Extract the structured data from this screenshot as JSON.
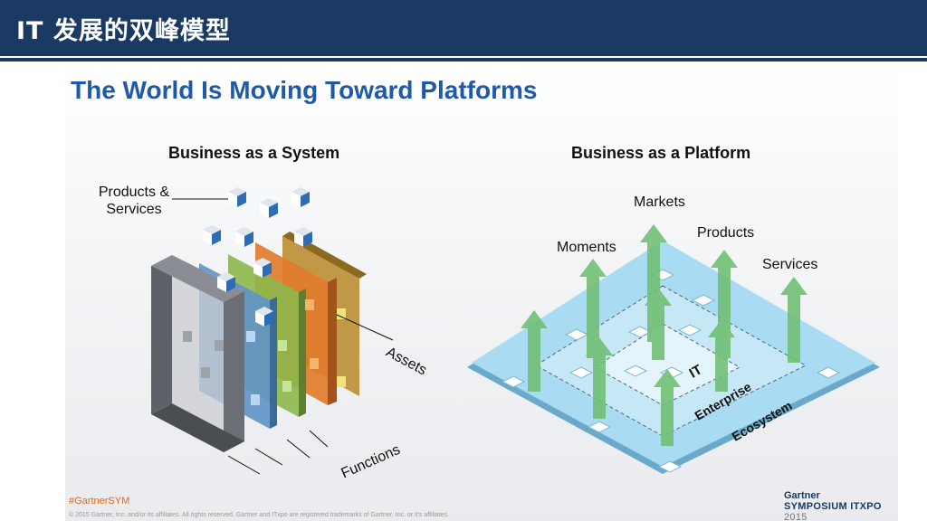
{
  "header": {
    "title": "IT 发展的双峰模型"
  },
  "slide": {
    "title": "The World Is Moving Toward Platforms",
    "left": {
      "title": "Business as a System",
      "products_services": [
        "Products &",
        "Services"
      ],
      "assets_label": "Assets",
      "functions_label": "Functions"
    },
    "right": {
      "title": "Business as a Platform",
      "markets": "Markets",
      "products": "Products",
      "moments": "Moments",
      "services": "Services",
      "it": "IT",
      "enterprise": "Enterprise",
      "ecosystem": "Ecosystem"
    },
    "footer": {
      "hashtag": "#GartnerSYM",
      "copyright": "© 2015 Gartner, Inc. and/or its affiliates. All rights reserved. Gartner and ITxpo are registered trademarks of Gartner, Inc. or it's affiliates.",
      "brand_name": "Gartner",
      "brand_event": "SYMPOSIUM ITXPO",
      "brand_year": "2015"
    }
  },
  "colors": {
    "header_bg": "#1b3a63",
    "title_blue": "#1f5aa8",
    "hashtag_orange": "#e06a1a",
    "platform_blue": "#a9dcf2",
    "arrow_green": "#6fbf73"
  }
}
